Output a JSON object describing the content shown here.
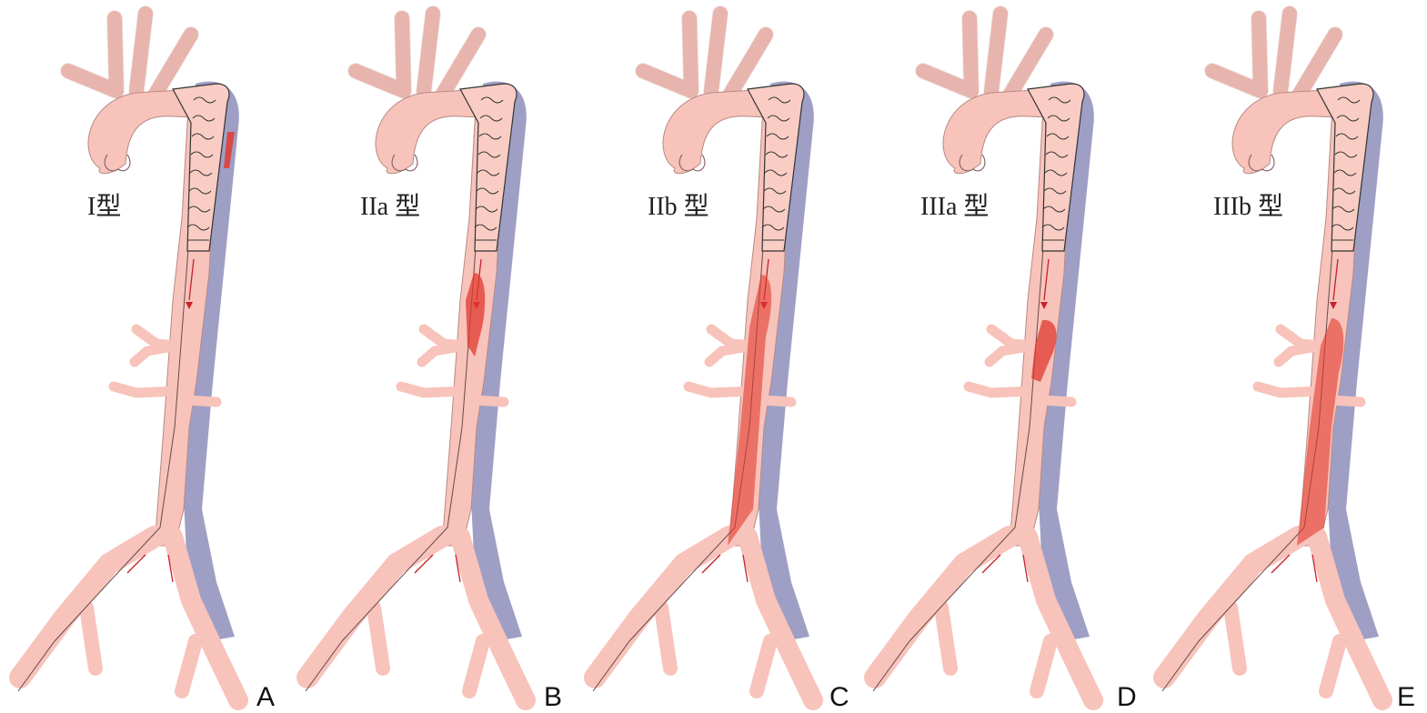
{
  "panels": [
    {
      "letter": "A",
      "type_label": "I型",
      "endoleak": "I"
    },
    {
      "letter": "B",
      "type_label": "IIa 型",
      "endoleak": "IIa"
    },
    {
      "letter": "C",
      "type_label": "IIb 型",
      "endoleak": "IIb"
    },
    {
      "letter": "D",
      "type_label": "IIIa 型",
      "endoleak": "IIIa"
    },
    {
      "letter": "E",
      "type_label": "IIIb 型",
      "endoleak": "IIIb"
    }
  ],
  "colors": {
    "vessel": "#f7c3bb",
    "vessel_outline": "#b88a84",
    "false_lumen": "#9a9ac2",
    "stent_fill": "#f9cdc4",
    "stent_wire": "#333333",
    "flow_arrow": "#c8212a",
    "leak": "#e23a2f"
  }
}
